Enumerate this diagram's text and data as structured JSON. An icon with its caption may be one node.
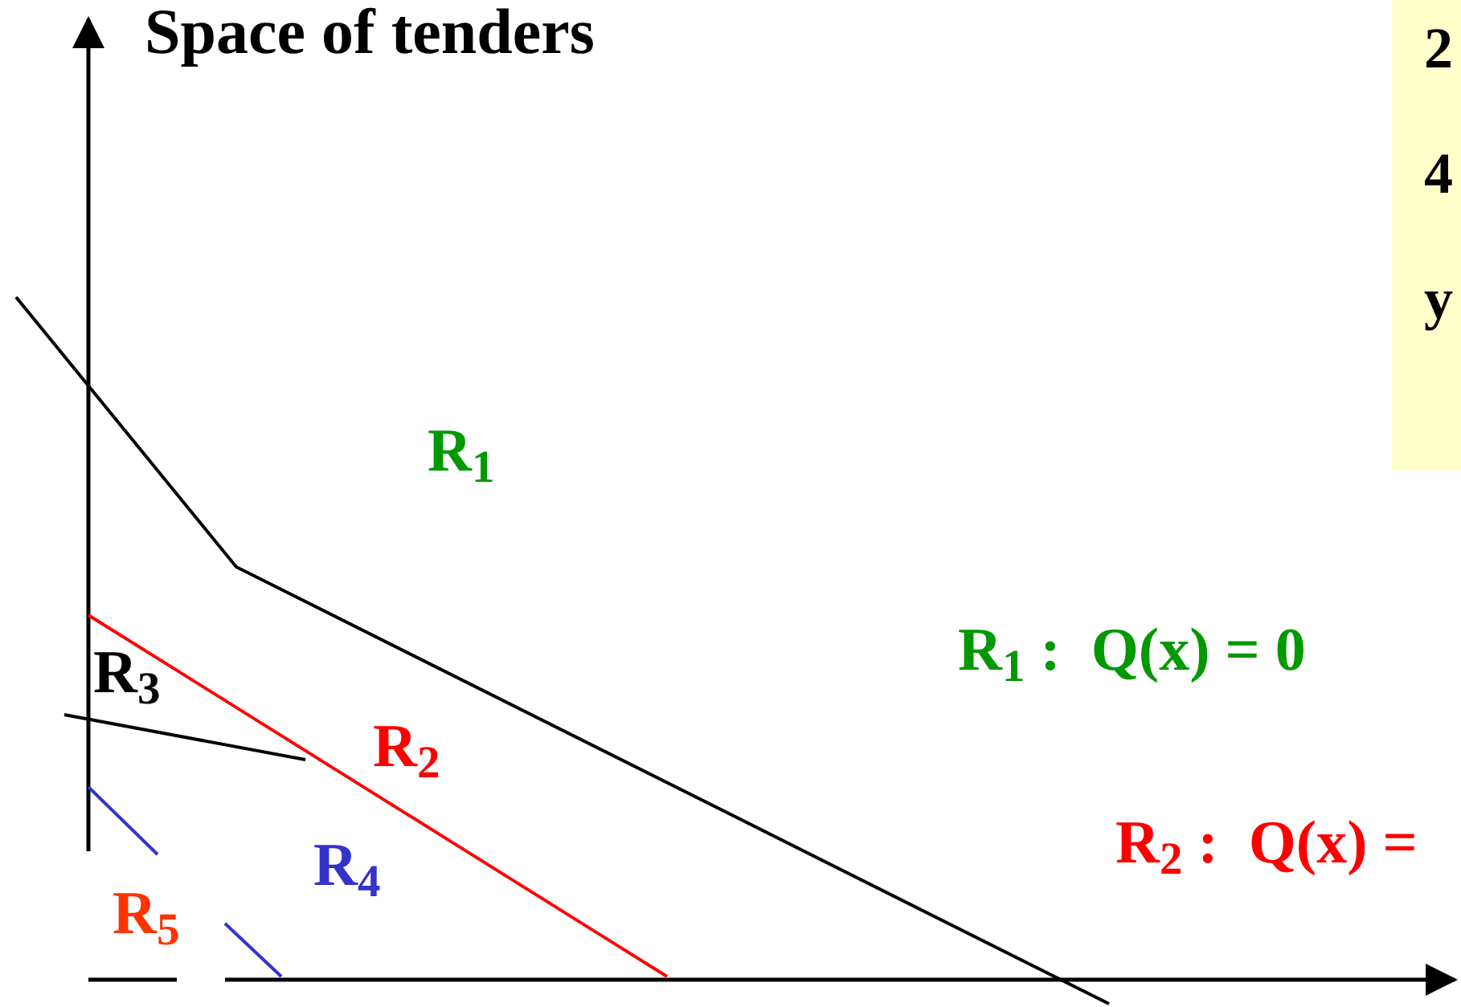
{
  "diagram": {
    "title": "Space of tenders",
    "nodes": [
      {
        "text": [
          "2",
          "4",
          "y"
        ]
      }
    ],
    "labels": [
      "R$_{1}$",
      "R$_{3}$",
      "R$_{2}$",
      "R$_{4}$",
      "R$_{5}$",
      "R$_{1}$ :  Q(x) = 0",
      "R$_{2}$ :  Q(x) ="
    ]
  }
}
